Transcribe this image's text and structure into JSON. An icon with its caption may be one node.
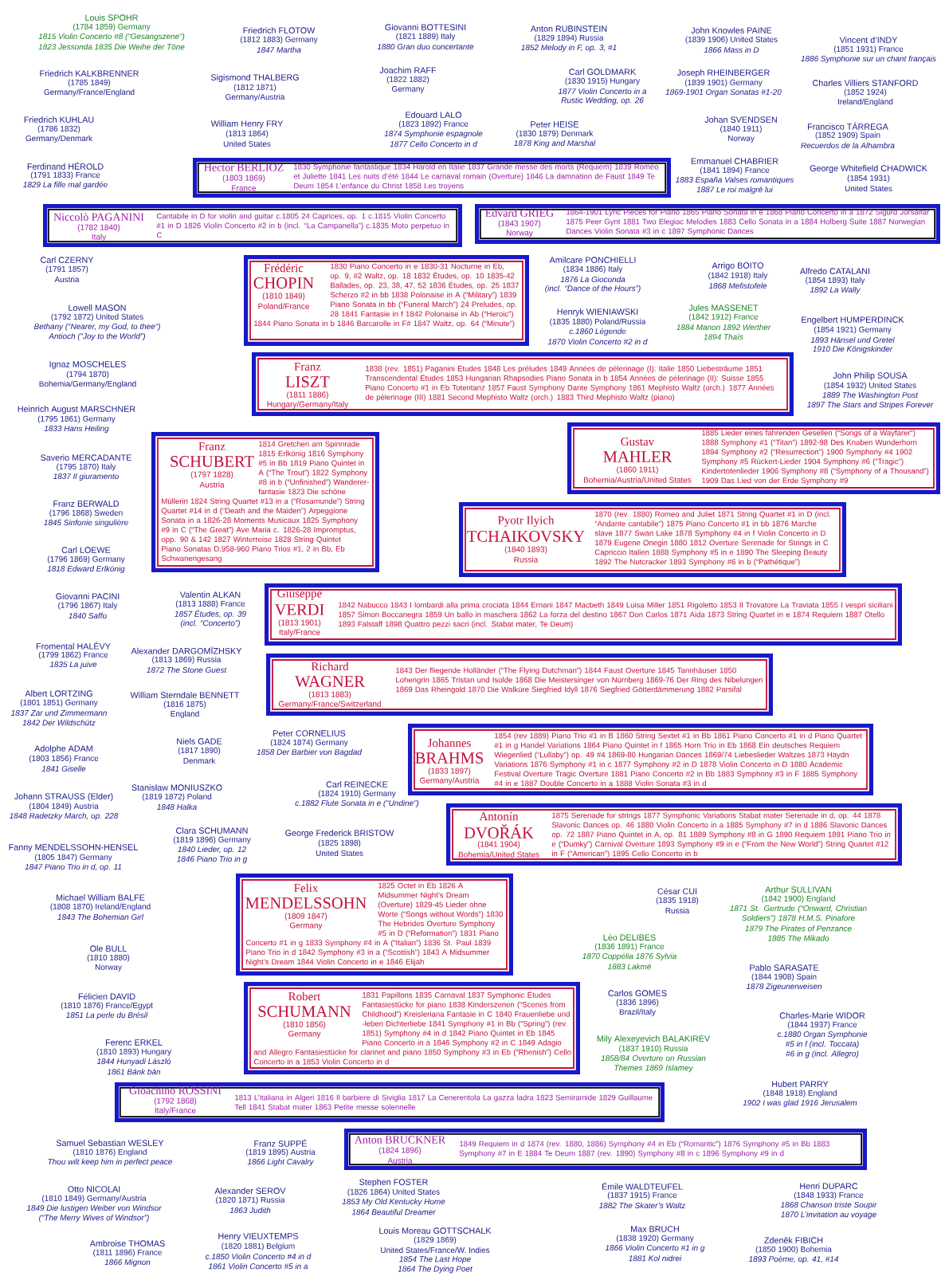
{
  "diagram": {
    "nodes": [
      {
        "text": [
          "Hector BERLIOZ",
          "(1803 1869)",
          "France",
          "1830 Symphonie fantastique 1834 Harold en Italie 1837 Grande messe des morts (Requiem) 1839 Roméo et Juliette 1841 Les nuits d’été 1844 Le carnaval romain (Overture) 1846 La damnation de Faust 1849 Te Deum 1854 L’enfance du Christ 1858 Les troyens"
        ]
      },
      {
        "text": [
          "Niccolò PAGANINI",
          "(1782 1840)",
          "Italy",
          "Cantabile in D for violin and guitar c.1805 24 Caprices, op. 1 c.1815 Violin Concerto #1 in D 1826 Violin Concerto #2 in b (incl. “La Campanella”) c.1835 Moto perpetuo in C"
        ]
      },
      {
        "text": [
          "Edvard GRIEG",
          "(1843 1907)",
          "Norway",
          "1864-1901 Lyric Pieces for Piano 1865 Piano Sonata in e 1868 Piano Concerto in a 1872 Sigurd Jorsalfar 1875 Peer Gynt 1881 Two Elegiac Melodies 1883 Cello Sonata in a 1884 Holberg Suite 1887 Norwegian Dances Violin Sonata #3 in c 1897 Symphonic Dances"
        ]
      },
      {
        "text": [
          "Frédéric",
          "CHOPIN",
          "(1810 1849)",
          "Poland/France",
          "1830 Piano Concerto in e 1830-31 Nocturne in Eb, op. 9, #2 Waltz, op. 18 1832 Études, op. 10 1835-42 Ballades, op. 23, 38, 47, 52 1836 Études, op. 25 1837 Scherzo #2 in bb 1838 Polonaise in A (“Military”) 1839 Piano Sonata in bb (“Funeral March”) 24 Preludes, op. 28 1841 Fantasie in f 1842 Polonaise in Ab (“Heroic”) 1844 Piano Sonata in b 1846 Barcarolle in F# 1847 Waltz, op. 64 (“Minute”)"
        ]
      },
      {
        "text": [
          "Franz",
          "LISZT",
          "(1811 1886)",
          "Hungary/Germany/Italy",
          "1838 (rev. 1851) Paganini Études 1848 Les préludes 1849 Années de pèlerinage (I): Italie 1850 Liebesträume 1851 Transcendental Études 1853 Hungarian Rhapsodies Piano Sonata in b 1854 Années de pèlerinage (II): Suisse 1855 Piano Concerto #1 in Eb Totentanz 1857 Faust Symphony Dante Symphony 1861 Mephisto Waltz (orch.) 1877 Années de pèlerinage (III) 1881 Second Mephisto Waltz (orch.) 1883 Third Mephisto Waltz (piano)"
        ]
      },
      {
        "text": [
          "Gustav",
          "MAHLER",
          "(1860 1911)",
          "Bohemia/Austria/United States",
          "1885 Lieder eines fahrenden Gesellen (“Songs of a Wayfarer”) 1888 Symphony #1 (“Titan”) 1892-98 Des Knaben Wunderhorn 1894 Symphony #2 (“Resurrection”) 1900 Symphony #4 1902 Symphony #5 Rückert-Lieder 1904 Symphony #6 (“Tragic”) Kindertotenlieder 1906 Symphony #8 (“Symphony of a Thousand”) 1909 Das Lied von der Erde Symphony #9"
        ]
      },
      {
        "text": [
          "Franz",
          "SCHUBERT",
          "(1797 1828)",
          "Austria",
          "1814 Gretchen am Spinnrade 1815 Erlkönig 1816 Symphony #5 in Bb 1819 Piano Quintet in A (“The Trout”) 1822 Symphony #8 in b (“Unfinished”) Wanderer-fantasie 1823 Die schöne Müllerin 1824 String Quartet #13 in a (“Rosamunde”) String Quartet #14 in d (“Death and the Maiden”) Arpeggione Sonata in a 1826-28 Moments Musicaux 1825 Symphony #9 in C (“The Great”) Ave Maria c. 1826-28 Impromptus, opp. 90 & 142 1827 Winterreise 1828 String Quintet Piano Sonatas D.958-960 Piano Trios #1, 2 in Bb, Eb Schwanengesang"
        ]
      },
      {
        "text": [
          "Pyotr Ilyich",
          "TCHAIKOVSKY",
          "(1840 1893)",
          "Russia",
          "1870 (rev. 1880) Romeo and Juliet 1871 String Quartet #1 in D (incl. “Andante cantabile”) 1875 Piano Concerto #1 in bb 1876 Marche slave 1877 Swan Lake 1878 Symphony #4 in f Violin Concerto in D 1879 Eugene Onegin 1880 1812 Overture Serenade for Strings in C Capriccio Italien 1888 Symphony #5 in e 1890 The Sleeping Beauty 1892 The Nutcracker 1893 Symphony #6 in b (“Pathétique”)"
        ]
      },
      {
        "text": [
          "Giuseppe",
          "VERDI",
          "(1813 1901)",
          "Italy/France",
          "1842 Nabucco 1843 I lombardi alla prima crociata 1844 Ernani 1847 Macbeth 1849 Luisa Miller 1851 Rigoletto 1853 Il Trovatore La Traviata 1855 I vespri siciliani 1857 Simon Boccanegra 1859 Un ballo in maschera 1862 La forza del destino 1867 Don Carlos 1871 Aida 1873 String Quartet in e 1874 Requiem 1887 Otello 1893 Falstaff 1898 Quattro pezzi sacri (incl. Stabat mater, Te Deum)"
        ]
      },
      {
        "text": [
          "Richard",
          "WAGNER",
          "(1813 1883)",
          "Germany/France/Switzerland",
          "1843 Der fliegende Holländer (“The Flying Dutchman”) 1844 Faust Overture 1845 Tannhäuser 1850 Lohengrin 1865 Tristan und Isolde 1868 Die Meistersinger von Nürnberg 1869-76 Der Ring des Nibelungen 1869 Das Rheingold 1870 Die Walküre Siegfried Idyll 1876 Siegfried Götterdämmerung 1882 Parsifal"
        ]
      },
      {
        "text": [
          "Johannes",
          "BRAHMS",
          "(1833 1897)",
          "Germany/Austria",
          "1854 (rev 1889) Piano Trio #1 in B 1860 String Sextet #1 in Bb 1861 Piano Concerto #1 in d Piano Quartet #1 in g Handel Variations 1864 Piano Quintet in f 1865 Horn Trio in Eb 1868 Ein deutsches Requiem Wiegenlied (“Lullaby”) op. 49 #4 1869-80 Hungarian Dances 1869/74 Liebeslieder Waltzes 1873 Haydn Variations 1876 Symphony #1 in c 1877 Symphony #2 in D 1878 Violin Concerto in D 1880 Academic Festival Overture Tragic Overture 1881 Piano Concerto #2 in Bb 1883 Symphony #3 in F 1885 Symphony #4 in e 1887 Double Concerto in a 1888 Violin Sonata #3 in d"
        ]
      },
      {
        "text": [
          "Antonín",
          "DVOŘÁK",
          "(1841 1904)",
          "Bohemia/United States",
          "1875 Serenade for strings 1877 Symphonic Variations Stabat mater Serenade in d, op. 44 1878 Slavonic Dances op. 46 1880 Violin Concerto in a 1885 Symphony #7 in d 1886 Slavonic Dances op. 72 1887 Piano Quintet in A, op. 81 1889 Symphony #8 in G 1890 Requiem 1891 Piano Trio in e (“Dumky”) Carnival Overture 1893 Symphony #9 in e (“From the New World”) String Quartet #12 in F (“American”) 1895 Cello Concerto in b"
        ]
      },
      {
        "text": [
          "Felix",
          "MENDELSSOHN",
          "(1809 1847)",
          "Germany",
          "1825 Octet in Eb 1826 A Midsummer Night’s Dream (Overture) 1829-45 Lieder ohne Worte (“Songs without Words”) 1830 The Hebrides Overture Symphony #5 in D (“Reformation”) 1831 Piano Concerto #1 in g 1833 Symphony #4 in A (“Italian”) 1836 St. Paul 1839 Piano Trio in d 1842 Symphony #3 in a (“Scottish”) 1843 A Midsummer Night’s Dream 1844 Violin Concerto in e 1846 Elijah"
        ]
      },
      {
        "text": [
          "Robert",
          "SCHUMANN",
          "(1810 1856)",
          "Germany",
          "1831 Papillons 1835 Carnaval 1837 Symphonic Études Fantasiestücke for piano 1838 Kinderszenen (“Scenes from Childhood”) Kreisleriana Fantasie in C 1840 Frauenliebe und -leben Dichterliebe 1841 Symphony #1 in Bb (“Spring”) (rev. 1851) Symphony #4 in d 1842 Piano Quintet in Eb 1845 Piano Concerto in a 1846 Symphony #2 in C 1849 Adagio and Allegro Fantasiestücke for clarinet and piano 1850 Symphony #3 in Eb (“Rhenish”) Cello Concerto in a 1853 Violin Concerto in d"
        ]
      },
      {
        "text": [
          "Gioachino ROSSINI",
          "(1792 1868)",
          "Italy/France",
          "1813 L’italiana in Algeri 1816 Il barbiere di Siviglia 1817 La Cenerentola La gazza ladra 1823 Semiramide 1829 Guillaume Tell 1841 Stabat mater 1863 Petite messe solennelle"
        ]
      },
      {
        "text": [
          "Anton BRUCKNER",
          "(1824 1896)",
          "Austria",
          "1849 Requiem in d 1874 (rev. 1880, 1886) Symphony #4 in Eb (“Romantic”) 1876 Symphony #5 in Bb 1883 Symphony #7 in E 1884 Te Deum 1887 (rev. 1890) Symphony #8 in c 1896 Symphony #9 in d"
        ]
      }
    ],
    "labels": [
      "Louis SPOHR",
      "(1784 1859) Germany",
      "1815 Violin Concerto #8 (“Gesangszene”)",
      "1823 Jessonda 1835 Die Weihe der Töne",
      "Friedrich FLOTOW",
      "(1812 1883) Germany",
      "1847 Martha",
      "Giovanni BOTTESINI",
      "(1821 1889) Italy",
      "1880 Gran duo concertante",
      "Anton RUBINSTEIN",
      "(1829 1894) Russia",
      "1852 Melody in F, op. 3, #1",
      "John Knowles PAINE",
      "(1839 1906) United States",
      "1866 Mass in D",
      "Vincent d’INDY",
      "(1851 1931) France",
      "1886 Symphonie sur un chant français",
      "Friedrich KALKBRENNER",
      "(1785 1849)",
      "Germany/France/England",
      "Sigismond THALBERG",
      "(1812 1871)",
      "Germany/Austria",
      "Joachim RAFF",
      "(1822 1882)",
      "Germany",
      "Carl GOLDMARK",
      "(1830 1915) Hungary",
      "1877 Violin Concerto in a",
      "Rustic Wedding, op. 26",
      "Joseph RHEINBERGER",
      "(1839 1901) Germany",
      "1869-1901 Organ Sonatas #1-20",
      "Charles Villiers STANFORD",
      "(1852 1924)",
      "Ireland/England",
      "Friedrich KUHLAU",
      "(1786 1832)",
      "Germany/Denmark",
      "William Henry FRY",
      "(1813 1864)",
      "United States",
      "Edouard LALO",
      "(1823 1892) France",
      "1874 Symphonie espagnole",
      "1877 Cello Concerto in d",
      "Peter HEISE",
      "(1830 1879) Denmark",
      "1878 King and Marshal",
      "Johan SVENDSEN",
      "(1840 1911)",
      "Norway",
      "Francisco TÁRREGA",
      "(1852 1909) Spain",
      "Recuerdos de la Alhambra",
      "Ferdinand HÉROLD",
      "(1791 1833) France",
      "1829 La fille mal gardée",
      "Emmanuel CHABRIER",
      "(1841 1894) France",
      "1883 España Valses romantiques",
      "1887 Le roi malgré lui",
      "George Whitefield CHADWICK",
      "(1854 1931)",
      "United States",
      "Carl CZERNY",
      "(1791 1857)",
      "Austria",
      "Amilcare PONCHIELLI",
      "(1834 1886) Italy",
      "1876 La Gioconda",
      "(incl. “Dance of the Hours”)",
      "Arrigo BOITO",
      "(1842 1918) Italy",
      "1868 Mefistofele",
      "Alfredo CATALANI",
      "(1854 1893) Italy",
      "1892 La Wally",
      "Lowell MASON",
      "(1792 1872) United States",
      "Bethany (“Nearer, my God, to thee”)",
      "Antioch (“Joy to the World”)",
      "Henryk WIENIAWSKI",
      "(1835 1880) Poland/Russia",
      "c.1860 Légende",
      "1870 Violin Concerto #2 in d",
      "Jules MASSENET",
      "(1842 1912) France",
      "1884 Manon 1892 Werther",
      "1894 Thaïs",
      "Engelbert HUMPERDINCK",
      "(1854 1921) Germany",
      "1893 Hänsel und Gretel",
      "1910 Die Königskinder",
      "Ignaz MOSCHELES",
      "(1794 1870)",
      "Bohemia/Germany/England",
      "John Philip SOUSA",
      "(1854 1932) United States",
      "1889 The Washington Post",
      "1897 The Stars and Stripes Forever",
      "Heinrich August MARSCHNER",
      "(1795 1861) Germany",
      "1833 Hans Heiling",
      "Saverio MERCADANTE",
      "(1795 1870) Italy",
      "1837 Il giuramento",
      "Franz BERWALD",
      "(1796 1868) Sweden",
      "1845 Sinfonie singulière",
      "Carl LOEWE",
      "(1796 1869) Germany",
      "1818 Edward Erlkönig",
      "Giovanni PACINI",
      "(1796 1867) Italy",
      "1840 Saffo",
      "Valentin ALKAN",
      "(1813 1888) France",
      "1857 Études, op. 39",
      "(incl. “Concerto”)",
      "Fromental HALÉVY",
      "(1799 1862) France",
      "1835 La juive",
      "Alexander DARGOMÏZHSKY",
      "(1813 1869) Russia",
      "1872 The Stone Guest",
      "Albert LORTZING",
      "(1801 1851) Germany",
      "1837 Zar und Zimmermann",
      "1842 Der Wildschütz",
      "William Sterndale BENNETT",
      "(1816 1875)",
      "England",
      "Peter CORNELIUS",
      "(1824 1874) Germany",
      "1858 Der Barbier von Bagdad",
      "Niels GADE",
      "(1817 1890)",
      "Denmark",
      "Adolphe ADAM",
      "(1803 1856) France",
      "1841 Giselle",
      "Carl REINECKE",
      "(1824 1910) Germany",
      "c.1882 Flute Sonata in e (“Undine”)",
      "Stanisław MONIUSZKO",
      "(1819 1872) Poland",
      "1848 Halka",
      "Johann STRAUSS (Elder)",
      "(1804 1849) Austria",
      "1848 Radetzky March, op. 228",
      "Clara SCHUMANN",
      "(1819 1896) Germany",
      "1840 Lieder, op. 12",
      "1846 Piano Trio in g",
      "George Frederick BRISTOW",
      "(1825 1898)",
      "United States",
      "Fanny MENDELSSOHN-HENSEL",
      "(1805 1847) Germany",
      "1847 Piano Trio in d, op. 11",
      "César CUI",
      "(1835 1918)",
      "Russia",
      "Arthur SULLIVAN",
      "(1842 1900) England",
      "1871 St. Gertrude (“Onward, Christian Soldiers”) 1878 H.M.S. Pinafore",
      "1879 The Pirates of Penzance",
      "1885 The Mikado",
      "Michael William BALFE",
      "(1808 1870) Ireland/England",
      "1843 The Bohemian Girl",
      "Léo DELIBES",
      "(1836 1891) France",
      "1870 Coppélia 1876 Sylvia",
      "1883 Lakmé",
      "Ole BULL",
      "(1810 1880)",
      "Norway",
      "Pablo SARASATE",
      "(1844 1908) Spain",
      "1878 Zigeunerweisen",
      "Carlos GOMES",
      "(1836 1896)",
      "Brazil/Italy",
      "Félicien DAVID",
      "(1810 1876) France/Egypt",
      "1851 La perle du Brésil",
      "Charles-Marie WIDOR",
      "(1844 1937) France",
      "c.1880 Organ Symphonie",
      "#5 in f (incl. Toccata)",
      "#6 in g (incl. Allegro)",
      "Mily Alexeyevich BALAKIREV",
      "(1837 1910) Russia",
      "1858/84 Overture on Russian Themes 1869 Islamey",
      "Ferenc ERKEL",
      "(1810 1893) Hungary",
      "1844 Hunyadi László",
      "1861 Bánk bán",
      "Hubert PARRY",
      "(1848 1918) England",
      "1902 I was glad 1916 Jerusalem",
      "Samuel Sebastian WESLEY",
      "(1810 1876) England",
      "Thou wilt keep him in perfect peace",
      "Franz SUPPÉ",
      "(1819 1895) Austria",
      "1866 Light Cavalry",
      "Stephen FOSTER",
      "(1826 1864) United States",
      "1853 My Old Kentucky Home",
      "1864 Beautiful Dreamer",
      "Émile WALDTEUFEL",
      "(1837 1915) France",
      "1882 The Skater’s Waltz",
      "Henri DUPARC",
      "(1848 1933) France",
      "1868 Chanson triste Soupir",
      "1870 L’invitation au voyage",
      "Otto NICOLAI",
      "(1810 1849) Germany/Austria",
      "1849 Die lustigen Weiber von Windsor",
      "(“The Merry Wives of Windsor”)",
      "Alexander SEROV",
      "(1820 1871) Russia",
      "1863 Judith",
      "Louis Moreau GOTTSCHALK",
      "(1829 1869)",
      "United States/France/W. Indies",
      "1854 The Last Hope",
      "1864 The Dying Poet",
      "Henry VIEUXTEMPS",
      "(1820 1881) Belgium",
      "c.1850 Violin Concerto #4 in d",
      "1861 Violin Concerto #5 in a",
      "Max BRUCH",
      "(1838 1920) Germany",
      "1866 Violin Concerto #1 in g",
      "1881 Kol nidrei",
      "Ambroise THOMAS",
      "(1811 1896) France",
      "1866 Mignon",
      "Zdeněk FIBICH",
      "(1850 1900) Bohemia",
      "1893 Poème, op. 41, #14"
    ]
  }
}
